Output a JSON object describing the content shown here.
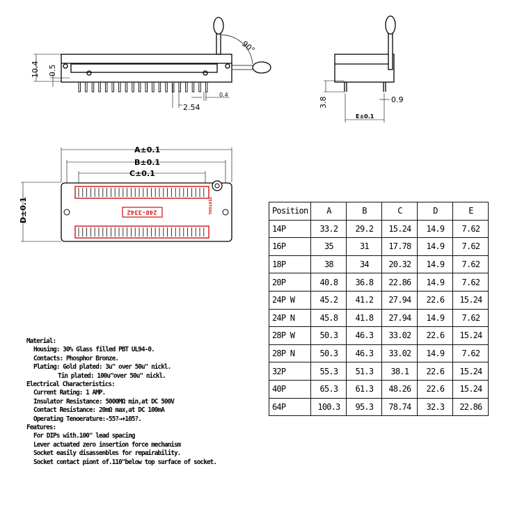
{
  "side_view": {
    "angle_label": "90°",
    "height_label": "10.4",
    "offset_label": "0.5",
    "pitch_label": "2.54",
    "pin_width_label": "0.4",
    "pin_count": 20
  },
  "end_view": {
    "pin_length_label": "3.8",
    "pin_dia_label": "0.9",
    "row_spacing_label": "E±0.1"
  },
  "top_view": {
    "dim_a": "A±0.1",
    "dim_b": "B±0.1",
    "dim_c": "C±0.1",
    "dim_d": "D±0.1",
    "part_number": "240-3342",
    "logo_text": "TEXTOOL",
    "accent_color": "#d42020"
  },
  "table": {
    "headers": [
      "Position",
      "A",
      "B",
      "C",
      "D",
      "E"
    ],
    "rows": [
      [
        "14P",
        "33.2",
        "29.2",
        "15.24",
        "14.9",
        "7.62"
      ],
      [
        "16P",
        "35",
        "31",
        "17.78",
        "14.9",
        "7.62"
      ],
      [
        "18P",
        "38",
        "34",
        "20.32",
        "14.9",
        "7.62"
      ],
      [
        "20P",
        "40.8",
        "36.8",
        "22.86",
        "14.9",
        "7.62"
      ],
      [
        "24P W",
        "45.2",
        "41.2",
        "27.94",
        "22.6",
        "15.24"
      ],
      [
        "24P N",
        "45.8",
        "41.8",
        "27.94",
        "14.9",
        "7.62"
      ],
      [
        "28P W",
        "50.3",
        "46.3",
        "33.02",
        "22.6",
        "15.24"
      ],
      [
        "28P N",
        "50.3",
        "46.3",
        "33.02",
        "14.9",
        "7.62"
      ],
      [
        "32P",
        "55.3",
        "51.3",
        "38.1",
        "22.6",
        "15.24"
      ],
      [
        "40P",
        "65.3",
        "61.3",
        "48.26",
        "22.6",
        "15.24"
      ],
      [
        "64P",
        "100.3",
        "95.3",
        "78.74",
        "32.3",
        "22.86"
      ]
    ]
  },
  "notes": {
    "material_heading": "Material:",
    "housing": "Housing: 30% Glass filled PBT UL94-0.",
    "contacts": "Contacts: Phosphor Bronze.",
    "plating_gold": "Plating: Gold plated: 3u\" over 50u\" nickl.",
    "plating_tin": "Tin plated: 100u\"over 50u\" nickl.",
    "electrical_heading": "Electrical Characteristics:",
    "current": "Current Rating: 1 AMP.",
    "insulator": "Insulator Resistance: 5000MΩ min,at DC 500V",
    "contact_res": "Contact Resistance: 20mΩ max,at DC 100mA",
    "temperature": "Operating Tenoerature:-55?→+105?.",
    "features_heading": "Features:",
    "f1": "For DIPs with.100\" lead spacing",
    "f2": "Lever actuated zero insertion force mechanism",
    "f3": "Socket easily disassenbles for repairability.",
    "f4": "Socket contact piont of.110\"below top surface of socket."
  }
}
